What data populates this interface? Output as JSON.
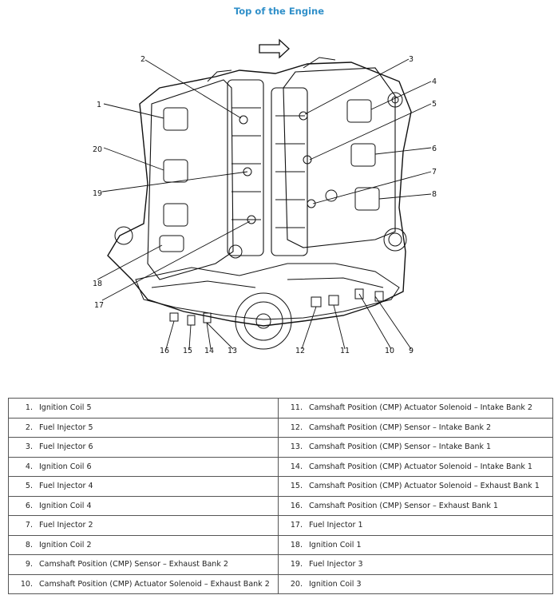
{
  "title": "Top of the Engine",
  "callouts": [
    "1",
    "2",
    "3",
    "4",
    "5",
    "6",
    "7",
    "8",
    "9",
    "10",
    "11",
    "12",
    "13",
    "14",
    "15",
    "16",
    "17",
    "18",
    "19",
    "20"
  ],
  "legend": [
    {
      "left": {
        "num": "1.",
        "text": "Ignition Coil 5"
      },
      "right": {
        "num": "11.",
        "text": "Camshaft Position (CMP) Actuator Solenoid – Intake Bank 2"
      }
    },
    {
      "left": {
        "num": "2.",
        "text": "Fuel Injector 5"
      },
      "right": {
        "num": "12.",
        "text": "Camshaft Position (CMP) Sensor – Intake Bank 2"
      }
    },
    {
      "left": {
        "num": "3.",
        "text": "Fuel Injector 6"
      },
      "right": {
        "num": "13.",
        "text": "Camshaft Position (CMP) Sensor – Intake Bank 1"
      }
    },
    {
      "left": {
        "num": "4.",
        "text": "Ignition Coil 6"
      },
      "right": {
        "num": "14.",
        "text": "Camshaft Position (CMP) Actuator Solenoid – Intake Bank 1"
      }
    },
    {
      "left": {
        "num": "5.",
        "text": "Fuel Injector 4"
      },
      "right": {
        "num": "15.",
        "text": "Camshaft Position (CMP) Actuator Solenoid – Exhaust Bank 1"
      }
    },
    {
      "left": {
        "num": "6.",
        "text": "Ignition Coil 4"
      },
      "right": {
        "num": "16.",
        "text": "Camshaft Position (CMP) Sensor – Exhaust Bank 1"
      }
    },
    {
      "left": {
        "num": "7.",
        "text": "Fuel Injector 2"
      },
      "right": {
        "num": "17.",
        "text": "Fuel Injector 1"
      }
    },
    {
      "left": {
        "num": "8.",
        "text": "Ignition Coil 2"
      },
      "right": {
        "num": "18.",
        "text": "Ignition Coil 1"
      }
    },
    {
      "left": {
        "num": "9.",
        "text": "Camshaft Position (CMP) Sensor – Exhaust Bank 2"
      },
      "right": {
        "num": "19.",
        "text": "Fuel Injector 3"
      }
    },
    {
      "left": {
        "num": "10.",
        "text": "Camshaft Position (CMP) Actuator Solenoid – Exhaust Bank 2"
      },
      "right": {
        "num": "20.",
        "text": "Ignition Coil 3"
      }
    }
  ]
}
